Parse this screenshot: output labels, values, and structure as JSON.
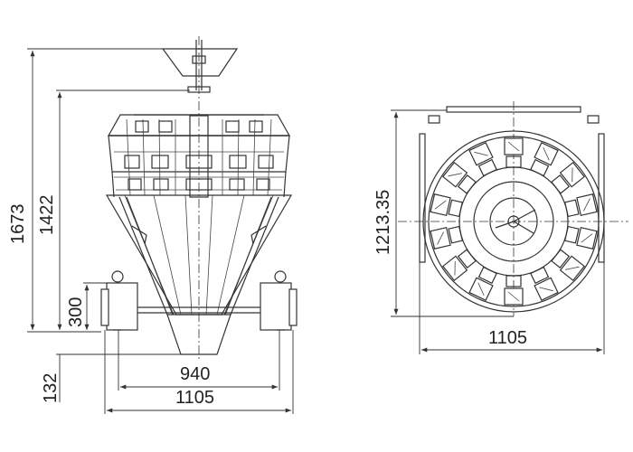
{
  "dimensions": {
    "front_total_height": "1673",
    "front_body_height": "1422",
    "front_leg_height": "300",
    "front_outlet_height": "132",
    "front_inner_width": "940",
    "front_outer_width": "1105",
    "top_height": "1213.35",
    "top_width": "1105"
  }
}
